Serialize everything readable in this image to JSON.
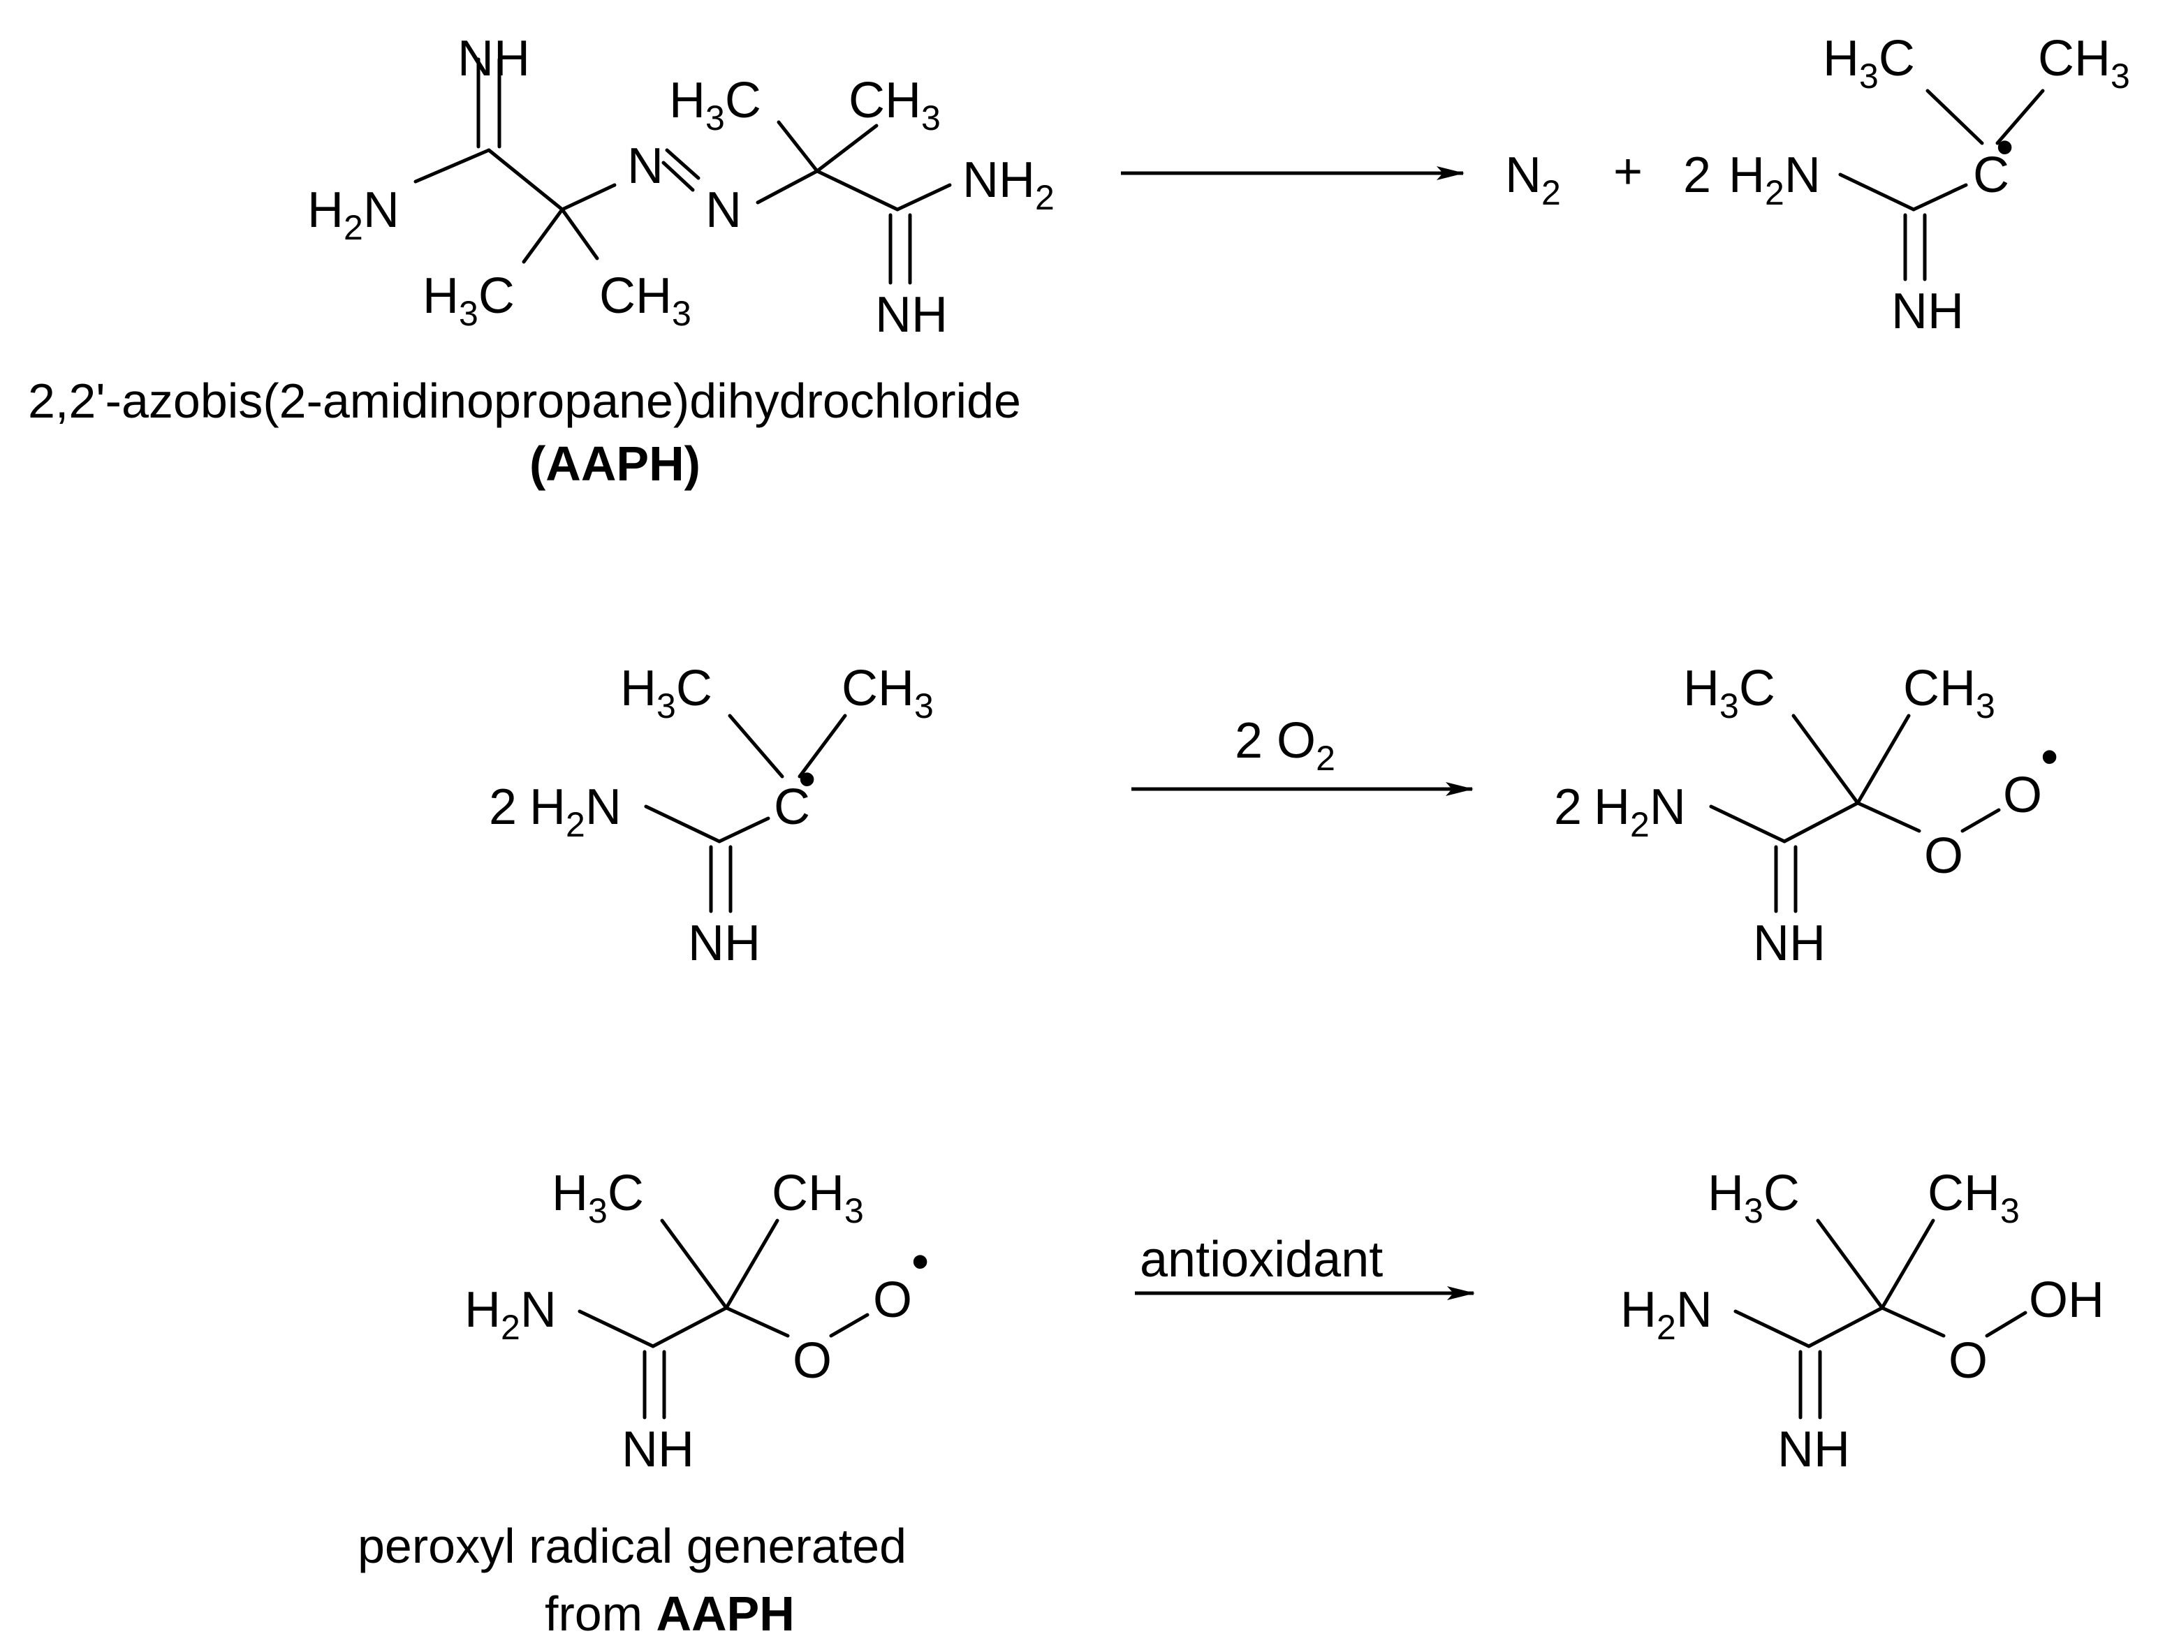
{
  "atoms": {
    "NH": "NH",
    "H2N_a": "H",
    "H2N_b": "2",
    "H2N_c": "N",
    "NH2_a": "NH",
    "NH2_b": "2",
    "H3C_a": "H",
    "H3C_b": "3",
    "H3C_c": "C",
    "CH3_a": "CH",
    "CH3_b": "3",
    "N": "N",
    "C": "C",
    "O": "O",
    "OH": "OH",
    "N2_a": "N",
    "N2_b": "2",
    "plus": "+",
    "coef2": "2",
    "radical": "•"
  },
  "reagents": {
    "step2_a": "2 O",
    "step2_b": "2",
    "step3": "antioxidant"
  },
  "captions": {
    "aaph_name": "2,2'-azobis(2-amidinopropane)dihydrochloride",
    "aaph_abbrev": "(AAPH)",
    "peroxyl_line1": "peroxyl radical generated",
    "peroxyl_line2_prefix": "from ",
    "peroxyl_line2_bold": "AAPH"
  }
}
